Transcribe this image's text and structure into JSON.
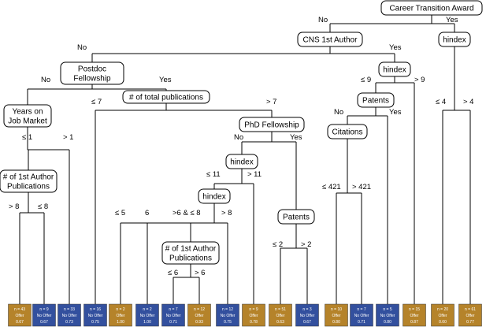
{
  "colors": {
    "offer": "#b5832a",
    "no_offer": "#33509e"
  },
  "nodes": [
    {
      "id": "career",
      "label": [
        "Career Transition Award"
      ]
    },
    {
      "id": "cns",
      "label": [
        "CNS 1st Author"
      ]
    },
    {
      "id": "hindex_right",
      "label": [
        "hindex"
      ]
    },
    {
      "id": "postdoc",
      "label": [
        "Postdoc",
        "Fellowship"
      ]
    },
    {
      "id": "hindex_mid",
      "label": [
        "hindex"
      ]
    },
    {
      "id": "years",
      "label": [
        "Years on",
        "Job Market"
      ]
    },
    {
      "id": "totalpubs",
      "label": [
        "# of total publications"
      ]
    },
    {
      "id": "patents1",
      "label": [
        "Patents"
      ]
    },
    {
      "id": "phdfellow",
      "label": [
        "PhD Fellowship"
      ]
    },
    {
      "id": "citations",
      "label": [
        "Citations"
      ]
    },
    {
      "id": "firstauth1",
      "label": [
        "# of 1st Author",
        "Publications"
      ]
    },
    {
      "id": "hindex_a",
      "label": [
        "hindex"
      ]
    },
    {
      "id": "hindex_b",
      "label": [
        "hindex"
      ]
    },
    {
      "id": "patents2",
      "label": [
        "Patents"
      ]
    },
    {
      "id": "firstauth2",
      "label": [
        "# of 1st Author",
        "Publications"
      ]
    }
  ],
  "edge_labels": [
    {
      "id": "career_no",
      "text": "No"
    },
    {
      "id": "career_yes",
      "text": "Yes"
    },
    {
      "id": "cns_no",
      "text": "No"
    },
    {
      "id": "cns_yes",
      "text": "Yes"
    },
    {
      "id": "hr_le",
      "text": "≤ 4"
    },
    {
      "id": "hr_gt",
      "text": "> 4"
    },
    {
      "id": "postdoc_no",
      "text": "No"
    },
    {
      "id": "postdoc_yes",
      "text": "Yes"
    },
    {
      "id": "hm_le",
      "text": "≤ 9"
    },
    {
      "id": "hm_gt",
      "text": "> 9"
    },
    {
      "id": "years_le",
      "text": "≤ 1"
    },
    {
      "id": "years_gt",
      "text": "> 1"
    },
    {
      "id": "tp_le",
      "text": "≤ 7"
    },
    {
      "id": "tp_gt",
      "text": "> 7"
    },
    {
      "id": "pat1_no",
      "text": "No"
    },
    {
      "id": "pat1_yes",
      "text": "Yes"
    },
    {
      "id": "phd_no",
      "text": "No"
    },
    {
      "id": "phd_yes",
      "text": "Yes"
    },
    {
      "id": "cit_le",
      "text": "≤ 421"
    },
    {
      "id": "cit_gt",
      "text": "> 421"
    },
    {
      "id": "fa1_gt",
      "text": "> 8"
    },
    {
      "id": "fa1_le",
      "text": "≤ 8"
    },
    {
      "id": "ha_le",
      "text": "≤ 11"
    },
    {
      "id": "ha_gt",
      "text": "> 11"
    },
    {
      "id": "hb_le5",
      "text": "≤ 5"
    },
    {
      "id": "hb_6",
      "text": "6"
    },
    {
      "id": "hb_mid",
      "text": ">6 & ≤ 8"
    },
    {
      "id": "hb_gt8",
      "text": "> 8"
    },
    {
      "id": "pat2_le",
      "text": "≤ 2"
    },
    {
      "id": "pat2_gt",
      "text": "> 2"
    },
    {
      "id": "fa2_le",
      "text": "≤ 6"
    },
    {
      "id": "fa2_gt",
      "text": "> 6"
    }
  ],
  "leaves": [
    {
      "n": "n = 43",
      "outcome": "Offer",
      "value": "0.67",
      "kind": "offer"
    },
    {
      "n": "n = 9",
      "outcome": "No Offer",
      "value": "0.67",
      "kind": "no_offer"
    },
    {
      "n": "n = 33",
      "outcome": "No Offer",
      "value": "0.73",
      "kind": "no_offer"
    },
    {
      "n": "n = 16",
      "outcome": "No Offer",
      "value": "0.75",
      "kind": "no_offer"
    },
    {
      "n": "n = 2",
      "outcome": "Offer",
      "value": "1.00",
      "kind": "offer"
    },
    {
      "n": "n = 2",
      "outcome": "No Offer",
      "value": "1.00",
      "kind": "no_offer"
    },
    {
      "n": "n = 7",
      "outcome": "No Offer",
      "value": "0.71",
      "kind": "no_offer"
    },
    {
      "n": "n = 12",
      "outcome": "Offer",
      "value": "0.93",
      "kind": "offer"
    },
    {
      "n": "n = 12",
      "outcome": "No Offer",
      "value": "0.75",
      "kind": "no_offer"
    },
    {
      "n": "n = 9",
      "outcome": "Offer",
      "value": "0.78",
      "kind": "offer"
    },
    {
      "n": "n = 51",
      "outcome": "Offer",
      "value": "0.63",
      "kind": "offer"
    },
    {
      "n": "n = 3",
      "outcome": "No Offer",
      "value": "0.67",
      "kind": "no_offer"
    },
    {
      "n": "n = 10",
      "outcome": "Offer",
      "value": "0.80",
      "kind": "offer"
    },
    {
      "n": "n = 7",
      "outcome": "No Offer",
      "value": "0.71",
      "kind": "no_offer"
    },
    {
      "n": "n = 5",
      "outcome": "No Offer",
      "value": "0.80",
      "kind": "no_offer"
    },
    {
      "n": "n = 15",
      "outcome": "Offer",
      "value": "0.87",
      "kind": "offer"
    },
    {
      "n": "n = 20",
      "outcome": "Offer",
      "value": "0.60",
      "kind": "offer"
    },
    {
      "n": "n = 61",
      "outcome": "Offer",
      "value": "0.77",
      "kind": "offer"
    }
  ]
}
